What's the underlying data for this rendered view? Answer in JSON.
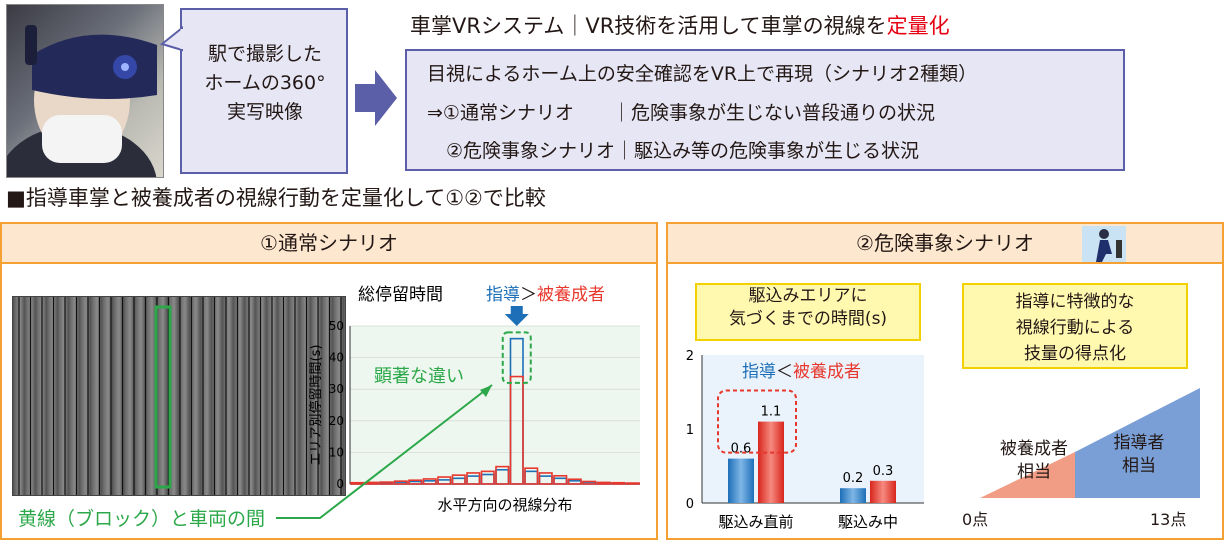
{
  "callout": {
    "lines": [
      "駅で撮影した",
      "ホームの360°",
      "実写映像"
    ]
  },
  "title": {
    "main": "車掌VRシステム｜VR技術を活用して車掌の視線を",
    "highlight": "定量化"
  },
  "infobox": {
    "line1": "目視によるホーム上の安全確認をVR上で再現（シナリオ2種類）",
    "line2": "⇒①通常シナリオ　　｜危険事象が生じない普段通りの状況",
    "line3": "　②危険事象シナリオ｜駆込み等の危険事象が生じる状況"
  },
  "heading": "■指導車掌と被養成者の視線行動を定量化して①②で比較",
  "panel1": {
    "title": "①通常シナリオ",
    "yellow_line_label": "黄線（ブロック）と車両の間"
  },
  "panel2": {
    "title": "②危険事象シナリオ",
    "box_left": [
      "駆込みエリアに",
      "気づくまでの時間(s)"
    ],
    "box_right": [
      "指導に特徴的な",
      "視線行動による",
      "技量の得点化"
    ],
    "score_low": "被養成者\n相当",
    "score_high": "指導者\n相当",
    "score_min": "0点",
    "score_max": "13点"
  },
  "colors": {
    "instructor": "#1d6fb8",
    "trainee": "#e8372c",
    "green": "#2ca84a",
    "purple": "#5b5fa8"
  },
  "chart_data": [
    {
      "type": "bar",
      "title": "総停留時間",
      "legend": {
        "instructor": "指導",
        "sep": "＞",
        "trainee": "被養成者"
      },
      "annotation": "顕著な違い",
      "xlabel": "水平方向の視線分布",
      "ylabel": "エリア別停留時間(s)",
      "ylim": [
        0,
        50
      ],
      "yticks": [
        0,
        10,
        20,
        30,
        40,
        50
      ],
      "series": [
        {
          "name": "指導",
          "values": [
            0.3,
            0.4,
            0.5,
            0.6,
            0.8,
            1.0,
            1.3,
            1.8,
            2.5,
            3.0,
            4.5,
            46,
            4.0,
            2.5,
            1.8,
            1.0,
            0.6,
            0.4,
            0.3,
            0.2
          ]
        },
        {
          "name": "被養成者",
          "values": [
            0.4,
            0.5,
            0.6,
            0.9,
            1.2,
            1.6,
            2.2,
            2.8,
            3.5,
            4.0,
            5.5,
            34,
            5.0,
            3.5,
            2.6,
            1.5,
            0.8,
            0.5,
            0.4,
            0.3
          ]
        }
      ]
    },
    {
      "type": "bar",
      "legend": {
        "instructor": "指導",
        "sep": "＜",
        "trainee": "被養成者"
      },
      "categories": [
        "駆込み直前",
        "駆込み中"
      ],
      "ylim": [
        0,
        2
      ],
      "yticks": [
        0,
        1,
        2
      ],
      "series": [
        {
          "name": "指導",
          "values": [
            0.6,
            0.2
          ]
        },
        {
          "name": "被養成者",
          "values": [
            1.1,
            0.3
          ]
        }
      ],
      "data_labels": [
        [
          "0.6",
          "0.2"
        ],
        [
          "1.1",
          "0.3"
        ]
      ]
    }
  ]
}
